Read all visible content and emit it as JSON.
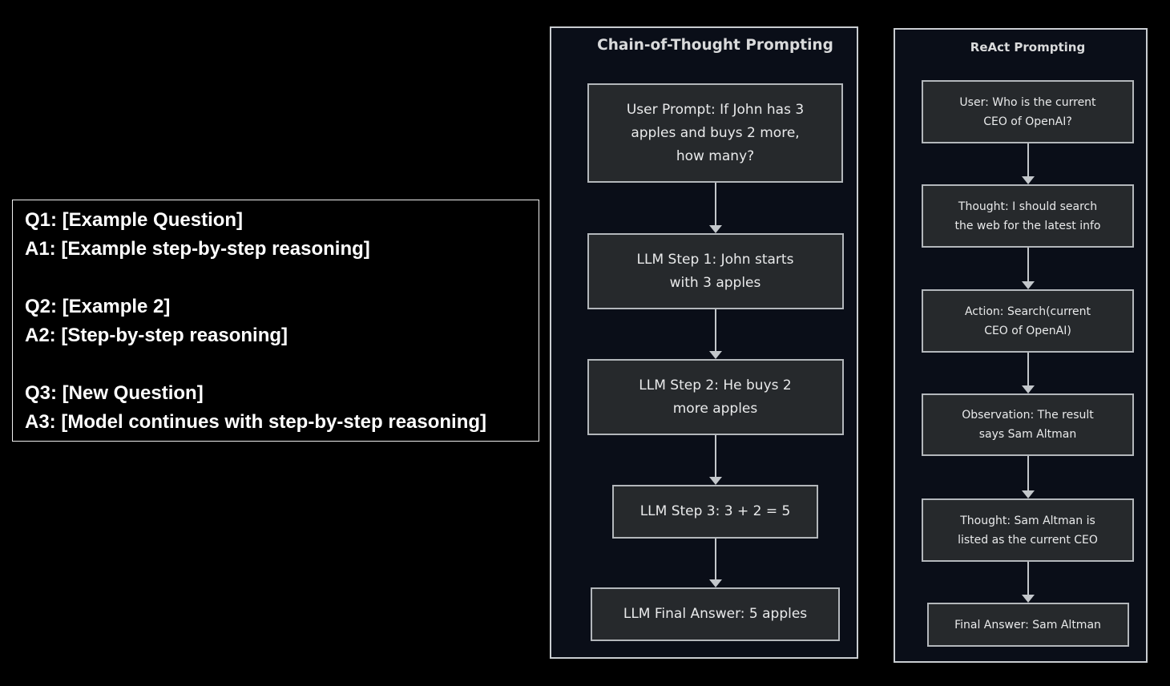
{
  "colors": {
    "page-bg": "#000000",
    "panel-bg": "#0a0e18",
    "panel-border": "#c9cdd1",
    "box-bg": "#26292c",
    "box-border": "#b3b7bb",
    "box-text": "#e9eaeb",
    "title-text": "#d9dadb",
    "arrow": "#c3c7cb",
    "left-text": "#ffffff",
    "left-border": "#f0f0f0"
  },
  "few_shot_example": {
    "lines": [
      "Q1: [Example Question]",
      "A1: [Example step-by-step reasoning]",
      "",
      "Q2: [Example 2]",
      "A2: [Step-by-step reasoning]",
      "",
      "Q3: [New Question]",
      "A3: [Model continues with step-by-step reasoning]"
    ]
  },
  "cot": {
    "title": "Chain-of-Thought Prompting",
    "boxes": [
      {
        "name": "user-prompt",
        "lines": [
          "User Prompt: If John has 3",
          "apples and buys 2 more,",
          "how many?"
        ]
      },
      {
        "name": "llm-step-1",
        "lines": [
          "LLM Step 1: John starts",
          "with 3 apples"
        ]
      },
      {
        "name": "llm-step-2",
        "lines": [
          "LLM Step 2: He buys 2",
          "more apples"
        ]
      },
      {
        "name": "llm-step-3",
        "lines": [
          "LLM Step 3: 3 + 2 = 5"
        ]
      },
      {
        "name": "llm-final-answer",
        "lines": [
          "LLM Final Answer: 5 apples"
        ]
      }
    ]
  },
  "react": {
    "title": "ReAct Prompting",
    "boxes": [
      {
        "name": "user",
        "lines": [
          "User: Who is the current",
          "CEO of OpenAI?"
        ]
      },
      {
        "name": "thought-1",
        "lines": [
          "Thought: I should search",
          "the web for the latest info"
        ]
      },
      {
        "name": "action",
        "lines": [
          "Action: Search(current",
          "CEO of OpenAI)"
        ]
      },
      {
        "name": "observation",
        "lines": [
          "Observation: The result",
          "says Sam Altman"
        ]
      },
      {
        "name": "thought-2",
        "lines": [
          "Thought: Sam Altman is",
          "listed as the current CEO"
        ]
      },
      {
        "name": "final-answer",
        "lines": [
          "Final Answer: Sam Altman"
        ]
      }
    ]
  }
}
